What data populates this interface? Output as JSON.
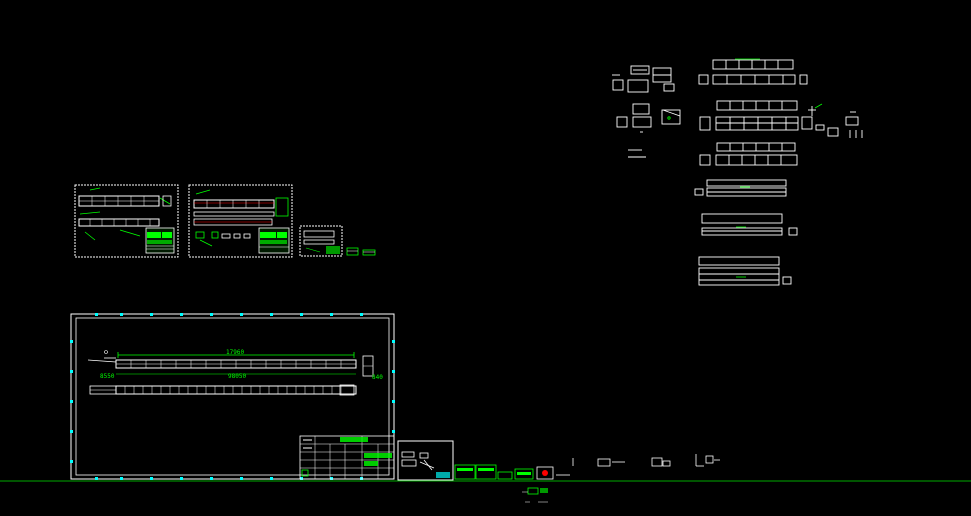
{
  "viewport": {
    "background": "#000000"
  },
  "colors": {
    "line": "#ffffff",
    "dimension": "#00ff00",
    "accent": "#ff0000",
    "frame_marker": "#00ffff",
    "ground_line": "#00aa00"
  },
  "main_sheet": {
    "overall_dimension": "17960",
    "section_dimension": "98050",
    "left_dimension": "8550",
    "right_dimension": "840"
  }
}
